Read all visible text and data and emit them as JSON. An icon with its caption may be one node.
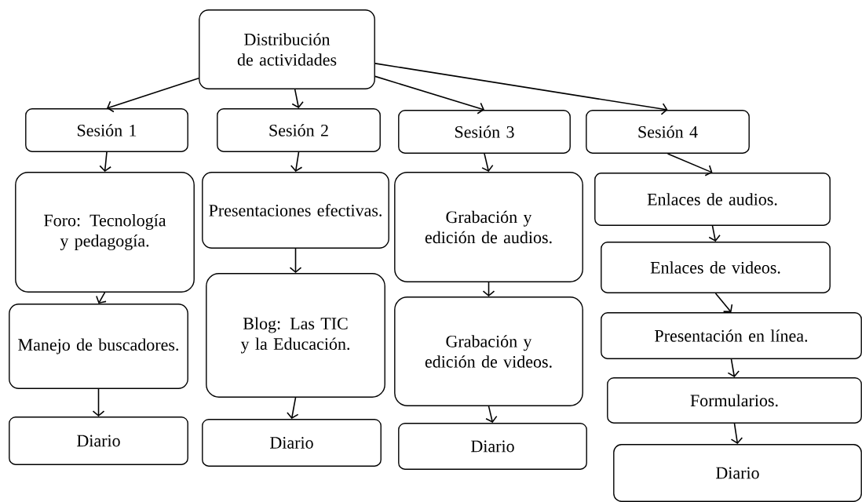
{
  "diagram": {
    "nodes": [
      {
        "text": [
          "Distribución de actividades"
        ]
      },
      {
        "text": [
          "Sesión 1"
        ]
      },
      {
        "text": [
          "Sesión 2"
        ]
      },
      {
        "text": [
          "Sesión 3"
        ]
      },
      {
        "text": [
          "Sesión 4"
        ]
      },
      {
        "text": [
          "Foro: Tecnología y pedagogía."
        ]
      },
      {
        "text": [
          "Manejo de buscadores."
        ]
      },
      {
        "text": [
          "Diario"
        ]
      },
      {
        "text": [
          "Presentaciones efectivas."
        ]
      },
      {
        "text": [
          "Blog: Las TIC y la Educación."
        ]
      },
      {
        "text": [
          "Diario"
        ]
      },
      {
        "text": [
          "Grabación y edición de audios."
        ]
      },
      {
        "text": [
          "Grabación y edición de videos."
        ]
      },
      {
        "text": [
          "Diario"
        ]
      },
      {
        "text": [
          "Enlaces de audios."
        ]
      },
      {
        "text": [
          "Enlaces de videos."
        ]
      },
      {
        "text": [
          "Presentación en línea."
        ]
      },
      {
        "text": [
          "Formularios."
        ]
      },
      {
        "text": [
          "Diario"
        ]
      }
    ],
    "edges": [
      {
        "from": 0,
        "to": 1,
        "arrow": "to"
      },
      {
        "from": 0,
        "to": 2,
        "arrow": "to"
      },
      {
        "from": 0,
        "to": 3,
        "arrow": "to"
      },
      {
        "from": 0,
        "to": 4,
        "arrow": "to"
      },
      {
        "from": 1,
        "to": 5,
        "arrow": "to"
      },
      {
        "from": 5,
        "to": 6,
        "arrow": "to"
      },
      {
        "from": 6,
        "to": 7,
        "arrow": "to"
      },
      {
        "from": 2,
        "to": 8,
        "arrow": "to"
      },
      {
        "from": 8,
        "to": 9,
        "arrow": "to"
      },
      {
        "from": 9,
        "to": 10,
        "arrow": "to"
      },
      {
        "from": 3,
        "to": 11,
        "arrow": "to"
      },
      {
        "from": 11,
        "to": 12,
        "arrow": "to"
      },
      {
        "from": 12,
        "to": 13,
        "arrow": "to"
      },
      {
        "from": 4,
        "to": 14,
        "arrow": "to"
      },
      {
        "from": 14,
        "to": 15,
        "arrow": "to"
      },
      {
        "from": 15,
        "to": 16,
        "arrow": "to"
      },
      {
        "from": 16,
        "to": 17,
        "arrow": "to"
      },
      {
        "from": 17,
        "to": 18,
        "arrow": "to"
      }
    ]
  }
}
